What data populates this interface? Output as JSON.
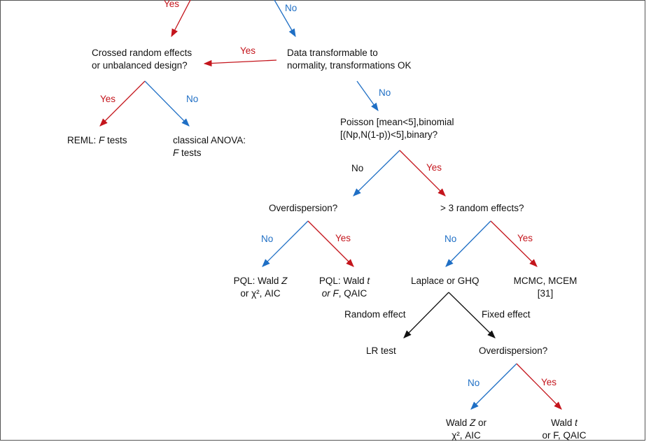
{
  "nodes": {
    "crossed": {
      "line1": "Crossed random effects",
      "line2": "or unbalanced design?"
    },
    "transform": {
      "line1": "Data transformable to",
      "line2": "normality, transformations  OK"
    },
    "reml": {
      "pre": "REML: ",
      "em": "F",
      "post": " tests"
    },
    "anova": {
      "line1": "classical ANOVA:",
      "em": "F",
      "post": " tests"
    },
    "poisson": {
      "line1": "Poisson [mean<5],binomial",
      "line2": "[(Np,N(1-p))<5],binary?"
    },
    "overdisp1": {
      "text": "Overdispersion?"
    },
    "random3": {
      "text": "> 3 random effects?"
    },
    "pql_z": {
      "pre": "PQL: Wald ",
      "em": "Z",
      "line2": "or χ², AIC"
    },
    "pql_t": {
      "pre": "PQL: Wald ",
      "em": "t",
      "em2": "or F",
      "post2": ", QAIC"
    },
    "laplace": {
      "text": "Laplace or GHQ"
    },
    "mcmc": {
      "line1": "MCMC, MCEM",
      "line2": "[31]"
    },
    "lrtest": {
      "text": "LR test"
    },
    "overdisp2": {
      "text": "Overdispersion?"
    },
    "wald_z": {
      "pre": "Wald ",
      "em": "Z",
      "post": " or",
      "line2": "χ², AIC"
    },
    "wald_t": {
      "pre": "Wald ",
      "em": "t",
      "line2": "or F, QAIC"
    }
  },
  "edge_labels": {
    "top_yes": "Yes",
    "top_no": "No",
    "transform_yes": "Yes",
    "transform_no": "No",
    "crossed_yes": "Yes",
    "crossed_no": "No",
    "poisson_no": "No",
    "poisson_yes": "Yes",
    "od1_no": "No",
    "od1_yes": "Yes",
    "re3_no": "No",
    "re3_yes": "Yes",
    "laplace_random": "Random effect",
    "laplace_fixed": "Fixed effect",
    "od2_no": "No",
    "od2_yes": "Yes"
  },
  "colors": {
    "yes": "#c4151c",
    "no": "#1f6fc5",
    "neutral": "#111111"
  }
}
